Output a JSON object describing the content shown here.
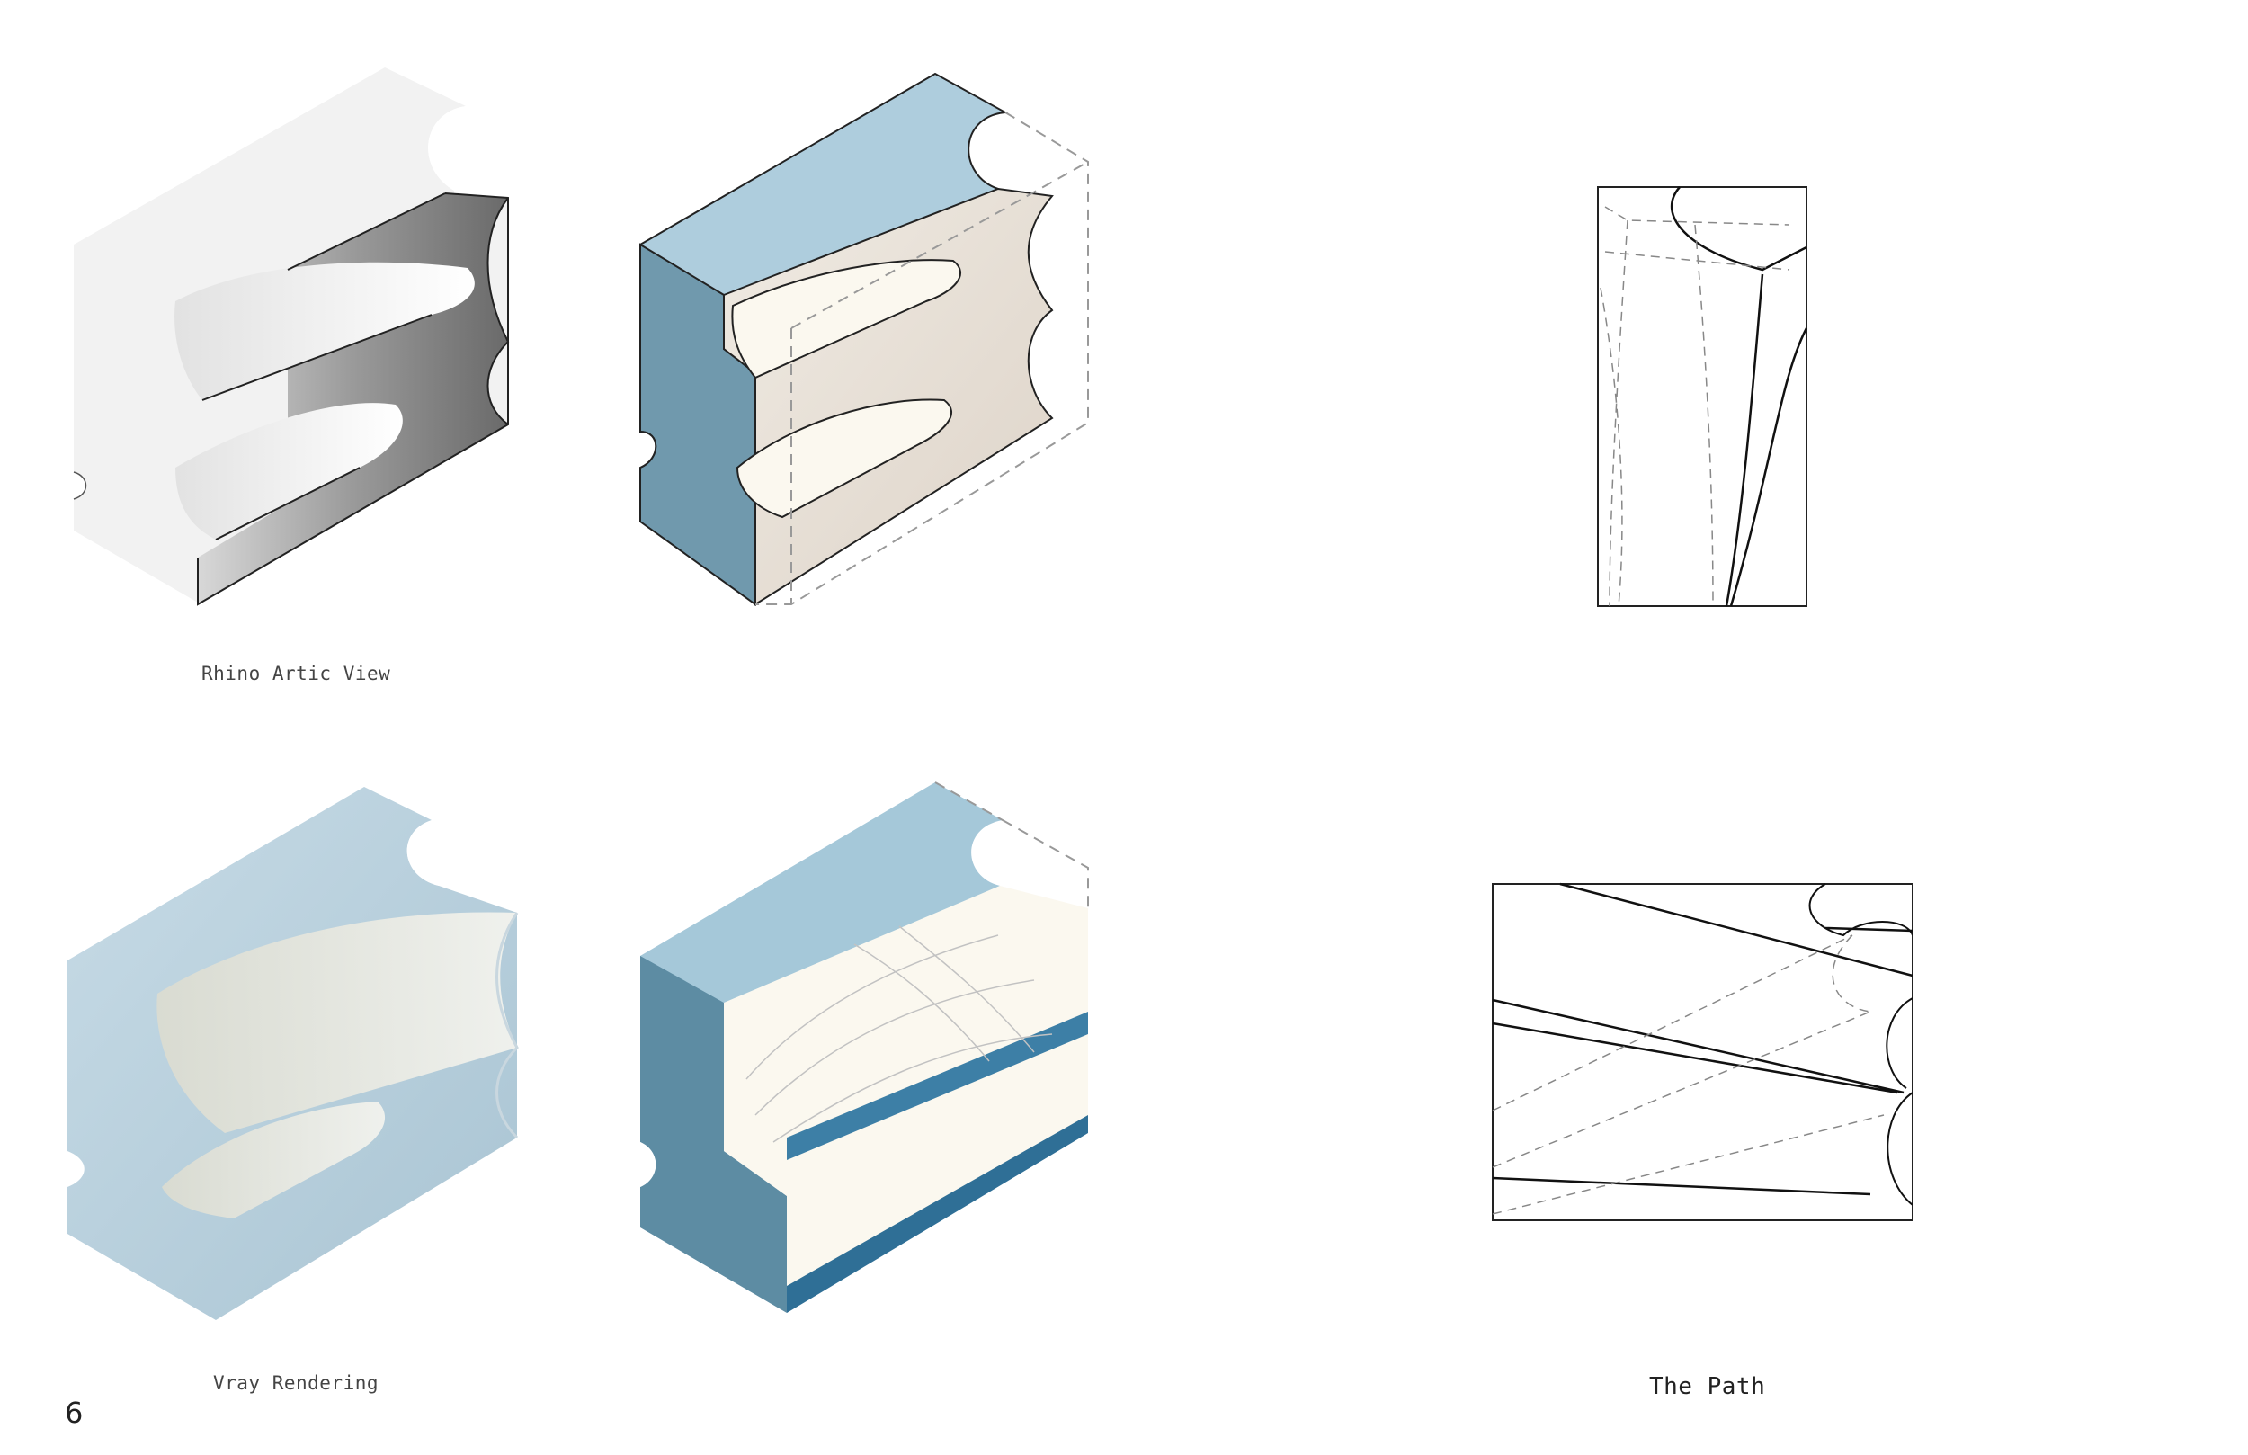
{
  "captions": {
    "rhino_artic_view": "Rhino Artic View",
    "vray_rendering": "Vray Rendering",
    "the_path": "The Path"
  },
  "page_number": "6",
  "colors": {
    "blue_top": "#aecddd",
    "blue_side": "#7099ad",
    "blue_dark": "#3d7fa6",
    "beige_cavity": "#ddd3c8",
    "cream": "#fbf8ef",
    "white_render": "#f3f3f3",
    "grey_shadow": "#8f8f8f",
    "frosted_blue": "#b8cfdc"
  }
}
